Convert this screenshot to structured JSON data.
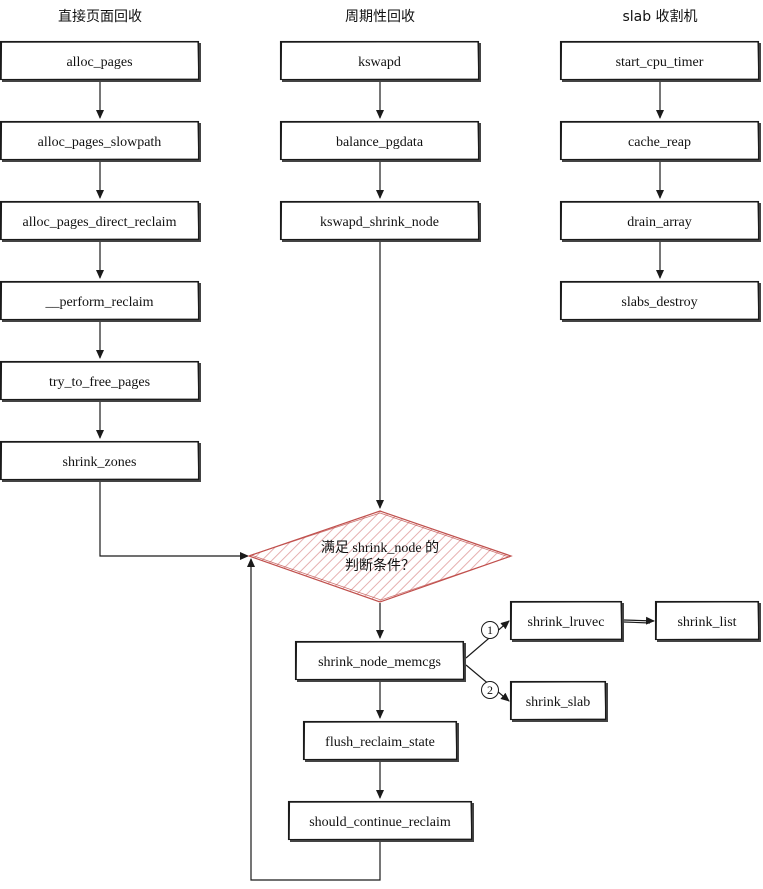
{
  "columns": {
    "direct": {
      "title": "直接页面回收"
    },
    "periodic": {
      "title": "周期性回收"
    },
    "slab": {
      "title": "slab 收割机"
    }
  },
  "nodes": {
    "alloc_pages": "alloc_pages",
    "alloc_pages_slowpath": "alloc_pages_slowpath",
    "alloc_pages_direct_reclaim": "alloc_pages_direct_reclaim",
    "perform_reclaim": "__perform_reclaim",
    "try_to_free_pages": "try_to_free_pages",
    "shrink_zones": "shrink_zones",
    "kswapd": "kswapd",
    "balance_pgdata": "balance_pgdata",
    "kswapd_shrink_node": "kswapd_shrink_node",
    "start_cpu_timer": "start_cpu_timer",
    "cache_reap": "cache_reap",
    "drain_array": "drain_array",
    "slabs_destroy": "slabs_destroy",
    "shrink_node_memcgs": "shrink_node_memcgs",
    "flush_reclaim_state": "flush_reclaim_state",
    "should_continue_reclaim": "should_continue_reclaim",
    "shrink_lruvec": "shrink_lruvec",
    "shrink_list": "shrink_list",
    "shrink_slab": "shrink_slab"
  },
  "decision": {
    "line1": "满足  shrink_node 的",
    "line2": "判断条件？"
  },
  "badges": {
    "first": "1",
    "second": "2"
  },
  "colors": {
    "decision_stroke": "#c0504d",
    "decision_hatch": "#e6b0b0",
    "line": "#1a1a1a"
  }
}
